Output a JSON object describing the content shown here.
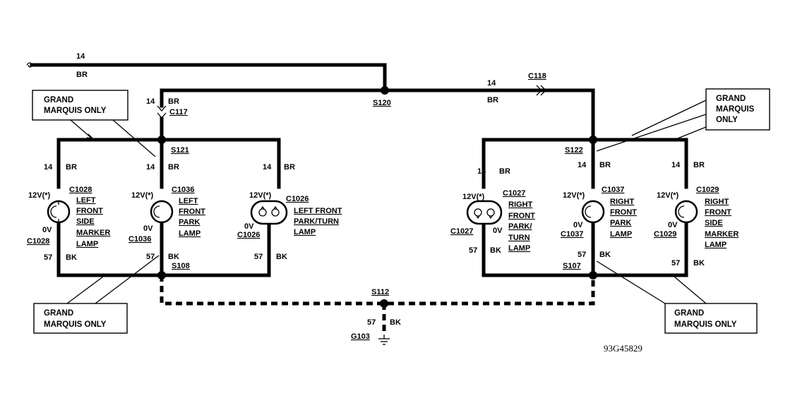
{
  "feed": {
    "gauge": "14",
    "color": "BR"
  },
  "splices": {
    "s120": "S120",
    "s121": "S121",
    "s122": "S122",
    "s108": "S108",
    "s107": "S107",
    "s112": "S112"
  },
  "connectors": {
    "c118": "C118",
    "c117": "C117"
  },
  "main_wire": {
    "gauge": "14",
    "color": "BR"
  },
  "c117_wire": {
    "gauge": "14",
    "color": "BR"
  },
  "ground": {
    "gauge": "57",
    "color": "BK",
    "label": "G103"
  },
  "notes": {
    "top_left": [
      "GRAND",
      "MARQUIS ONLY"
    ],
    "bottom_left": [
      "GRAND",
      "MARQUIS ONLY"
    ],
    "top_right": [
      "GRAND",
      "MARQUIS",
      "ONLY"
    ],
    "bottom_right": [
      "GRAND",
      "MARQUIS ONLY"
    ]
  },
  "lamps": [
    {
      "gauge_top": "14",
      "color_top": "BR",
      "voltage": "12V(*)",
      "connector": "C1028",
      "connector_bottom": "C1028",
      "zero_v": "0V",
      "gauge_bottom": "57",
      "color_bottom": "BK",
      "name": [
        "LEFT",
        "FRONT",
        "SIDE",
        "MARKER",
        "LAMP"
      ]
    },
    {
      "gauge_top": "14",
      "color_top": "BR",
      "voltage": "12V(*)",
      "connector": "C1036",
      "connector_bottom": "C1036",
      "zero_v": "0V",
      "gauge_bottom": "57",
      "color_bottom": "BK",
      "name": [
        "LEFT",
        "FRONT",
        "PARK",
        "LAMP"
      ]
    },
    {
      "gauge_top": "14",
      "color_top": "BR",
      "voltage": "12V(*)",
      "connector": "C1026",
      "connector_bottom": "C1026",
      "zero_v": "0V",
      "gauge_bottom": "57",
      "color_bottom": "BK",
      "name": [
        "LEFT FRONT",
        "PARK/TURN",
        "LAMP"
      ]
    },
    {
      "gauge_top": "14",
      "color_top": "BR",
      "voltage": "12V(*)",
      "connector": "C1027",
      "connector_bottom": "C1027",
      "zero_v": "0V",
      "gauge_bottom": "57",
      "color_bottom": "BK",
      "name": [
        "RIGHT",
        "FRONT",
        "PARK/",
        "TURN",
        "LAMP"
      ]
    },
    {
      "gauge_top": "14",
      "color_top": "BR",
      "voltage": "12V(*)",
      "connector": "C1037",
      "connector_bottom": "C1037",
      "zero_v": "0V",
      "gauge_bottom": "57",
      "color_bottom": "BK",
      "name": [
        "RIGHT",
        "FRONT",
        "PARK",
        "LAMP"
      ]
    },
    {
      "gauge_top": "14",
      "color_top": "BR",
      "voltage": "12V(*)",
      "connector": "C1029",
      "connector_bottom": "C1029",
      "zero_v": "0V",
      "gauge_bottom": "57",
      "color_bottom": "BK",
      "name": [
        "RIGHT",
        "FRONT",
        "SIDE",
        "MARKER",
        "LAMP"
      ]
    }
  ],
  "figure_id": "93G45829"
}
